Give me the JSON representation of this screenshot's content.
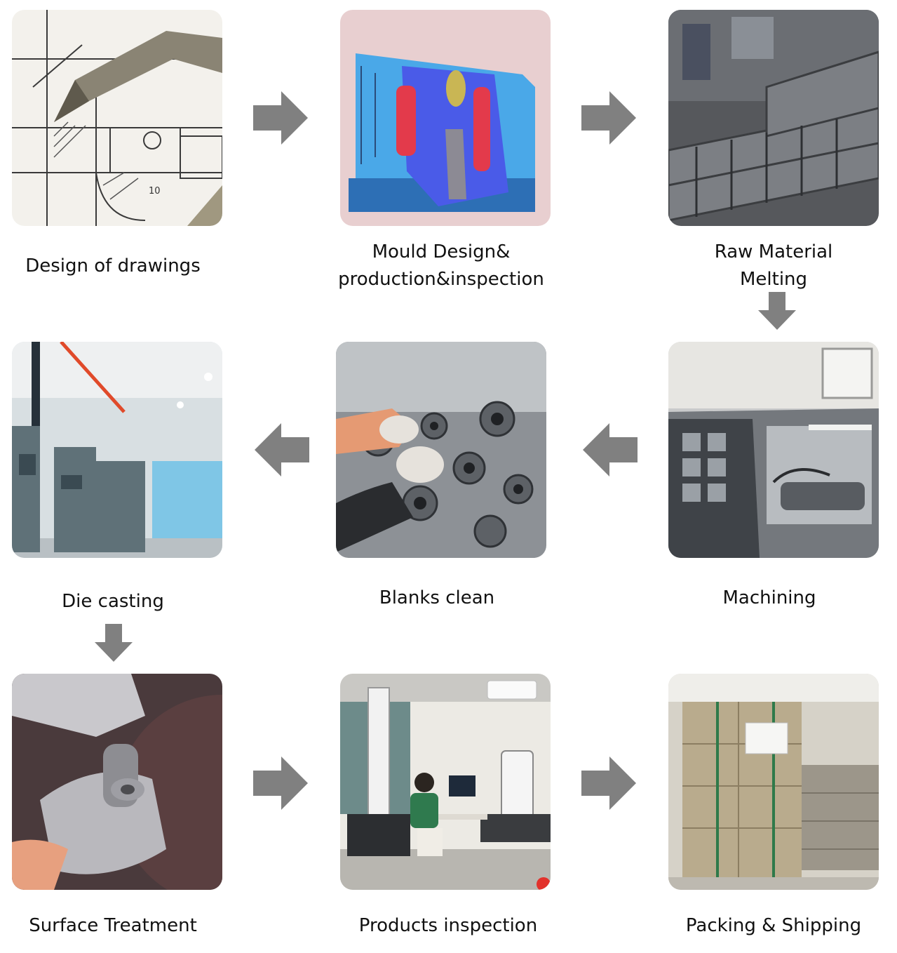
{
  "steps": [
    {
      "label": "Design of drawings"
    },
    {
      "label": "Mould Design&\nproduction&inspection"
    },
    {
      "label": "Raw Material\nMelting"
    },
    {
      "label": "Machining"
    },
    {
      "label": "Blanks clean"
    },
    {
      "label": "Die casting"
    },
    {
      "label": "Surface Treatment"
    },
    {
      "label": "Products inspection"
    },
    {
      "label": "Packing & Shipping"
    }
  ],
  "colors": {
    "arrow": "#808080",
    "text": "#111111"
  }
}
